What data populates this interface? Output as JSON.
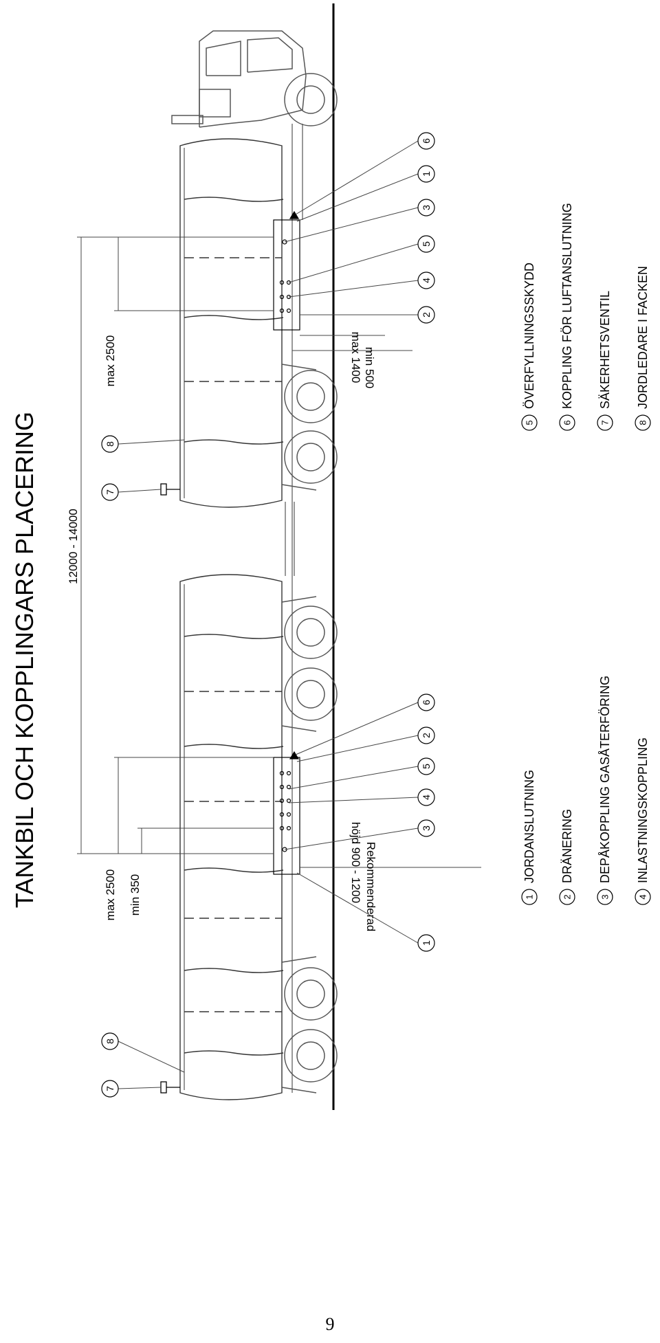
{
  "title": "TANKBIL OCH KOPPLINGARS PLACERING",
  "dimensions": {
    "overall": "12000 - 14000",
    "max_2500": "max 2500",
    "min_350": "min 350",
    "max_1400": "max 1400",
    "min_500": "min 500",
    "rekommenderad": "Rekommenderad",
    "hojd": "höjd 900 - 1200"
  },
  "callouts": [
    "1",
    "2",
    "3",
    "4",
    "5",
    "6",
    "7",
    "8"
  ],
  "legend": [
    {
      "num": "1",
      "text": "JORDANSLUTNING"
    },
    {
      "num": "2",
      "text": "DRÄNERING"
    },
    {
      "num": "3",
      "text": "DEPÅKOPPLING GASÅTERFÖRING"
    },
    {
      "num": "4",
      "text": "INLASTNINGSKOPPLING"
    },
    {
      "num": "5",
      "text": "ÖVERFYLLNINGSSKYDD"
    },
    {
      "num": "6",
      "text": "KOPPLING FÖR LUFTANSLUTNING"
    },
    {
      "num": "7",
      "text": "SÄKERHETSVENTIL"
    },
    {
      "num": "8",
      "text": "JORDLEDARE I FACKEN"
    }
  ],
  "page_number": "9"
}
